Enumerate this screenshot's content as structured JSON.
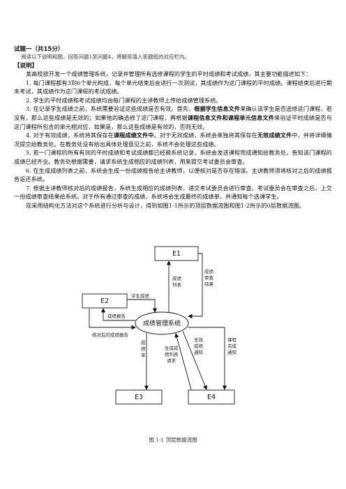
{
  "title": "试题一（共15分）",
  "intro": "阅读以下说明和图，回答问题1至问题4，将解答填入答题纸的对应栏内。",
  "heading": "【说明】",
  "paragraphs": [
    {
      "text": "某高校欲开发一个成绩管理系统，记录并管理所有选修课程的学生的平时成绩和考试成绩，其主要功能描述如下："
    },
    {
      "text": "1. 每门课程都有3到6个单元构成，每个单元结束后会进行一次测试，其成绩作为这门课程的平时成绩。课程结束后进行期末考试，其成绩作为这门课程的考试成绩。"
    },
    {
      "text": "2. 学生的平时成绩和考试成绩均由每门课程的主讲教师上传给成绩管理系统。"
    },
    {
      "before": "3. 在记录学生成绩之前，系统需要验证这些成绩是否有效。首先，",
      "bold1": "根据学生信息文件",
      "middle": "来确认该学生是否选修这门课程，若没有，那么这些成绩是无效的；如果他的确选修了这门课程，再根据",
      "bold2": "课程信息文件和课程单元信息文件",
      "after": "来验证平时成绩是否与这门课程所包含的单元相对应，如果是，那么这些成绩是有效的，否则无效。"
    },
    {
      "before": "4. 对于有效成绩，系统将其保存在",
      "bold1": "课程成绩文件中",
      "middle": "。对于无效成绩，系统会单独将其保存在",
      "bold2": "无效成绩文件",
      "after": "中，并将详细情况提交给教务处。在教务处没有给出具体处理意见之前，系统不会处理这些成绩。"
    },
    {
      "text": "5. 若一门课程的所有有效的平时成绩和考试成绩都已经被系统记录，系统会发送课程完成通知给教务处，告知该门课程的成绩已经齐全。教务处根据需要，请求系统生成相应的成绩列表，用来提交考试委员会审查。"
    },
    {
      "text": "6. 在生成成绩列表之前，系统会生成一份成绩报告给主讲教师，以便核对是否存在错误。主讲教师须将核对之后的成绩报告返还系统。"
    },
    {
      "text": "7. 根据主讲教师核对后的成绩报告，系统生成相应的成绩列表，递交考试委员会进行审查。考试委员会在审查之后，上交一份成绩审查结果给系统。对于所有通过审查的成绩，系统将会生成最终的成绩单，并通知每个选课学生。"
    },
    {
      "text": "现采用结构化方法对这个系统进行分析与设计，得到如图1-1所示的顶层数据流图和图1-2所示的0层数据流图。"
    }
  ],
  "diagram": {
    "center": "成绩管理系统",
    "entities": {
      "e1": "E1",
      "e2": "E2",
      "e3": "E3",
      "e4": "E4"
    },
    "flows": {
      "student_scores": "学生成绩",
      "score_list": [
        "成绩",
        "列表"
      ],
      "review_result": [
        "成绩",
        "审查",
        "结果"
      ],
      "score_report": "成绩报告",
      "checked_report": "核对后的成绩报告",
      "transcript": [
        "成",
        "绩",
        "单"
      ],
      "gen_list_request": [
        "生成成",
        "绩列表",
        "请求"
      ],
      "invalid_notice": [
        "无效",
        "成绩",
        "通知"
      ],
      "course_done_notice": [
        "课程",
        "完成",
        "通知"
      ]
    }
  },
  "caption": "图 1-1  顶层数据流图"
}
